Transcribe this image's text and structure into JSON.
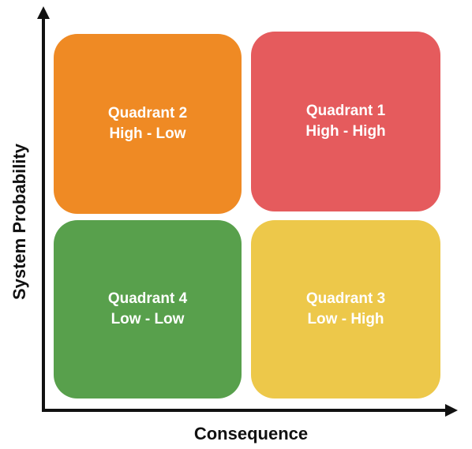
{
  "colors": {
    "q1": "#e55b5d",
    "q2": "#ef8a24",
    "q3": "#edc84a",
    "q4": "#58a04c",
    "axis": "#111111"
  },
  "axes": {
    "x_label": "Consequence",
    "y_label": "System Probability"
  },
  "quadrants": {
    "q1": {
      "title": "Quadrant 1",
      "subtitle": "High - High"
    },
    "q2": {
      "title": "Quadrant 2",
      "subtitle": "High - Low"
    },
    "q3": {
      "title": "Quadrant 3",
      "subtitle": "Low - High"
    },
    "q4": {
      "title": "Quadrant 4",
      "subtitle": "Low - Low"
    }
  }
}
